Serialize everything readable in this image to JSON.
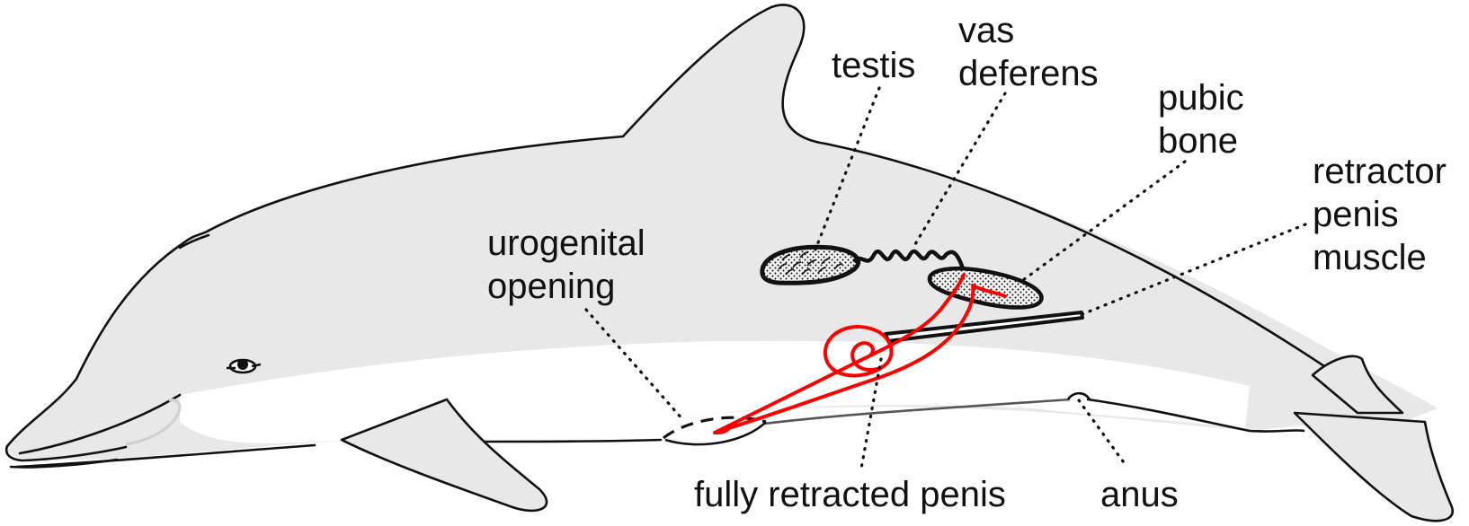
{
  "labels": {
    "testis": "testis",
    "vas_deferens": [
      "vas",
      "deferens"
    ],
    "pubic_bone": [
      "pubic",
      "bone"
    ],
    "retractor_penis_muscle": [
      "retractor",
      "penis",
      "muscle"
    ],
    "urogenital_opening": [
      "urogenital",
      "opening"
    ],
    "fully_retracted_penis": "fully retracted penis",
    "anus": "anus"
  },
  "colors": {
    "body_fill": "#e8e8e8",
    "belly_fill": "#ffffff",
    "outline": "#111111",
    "penis": "#ff0000",
    "ventral_line": "#555555"
  }
}
